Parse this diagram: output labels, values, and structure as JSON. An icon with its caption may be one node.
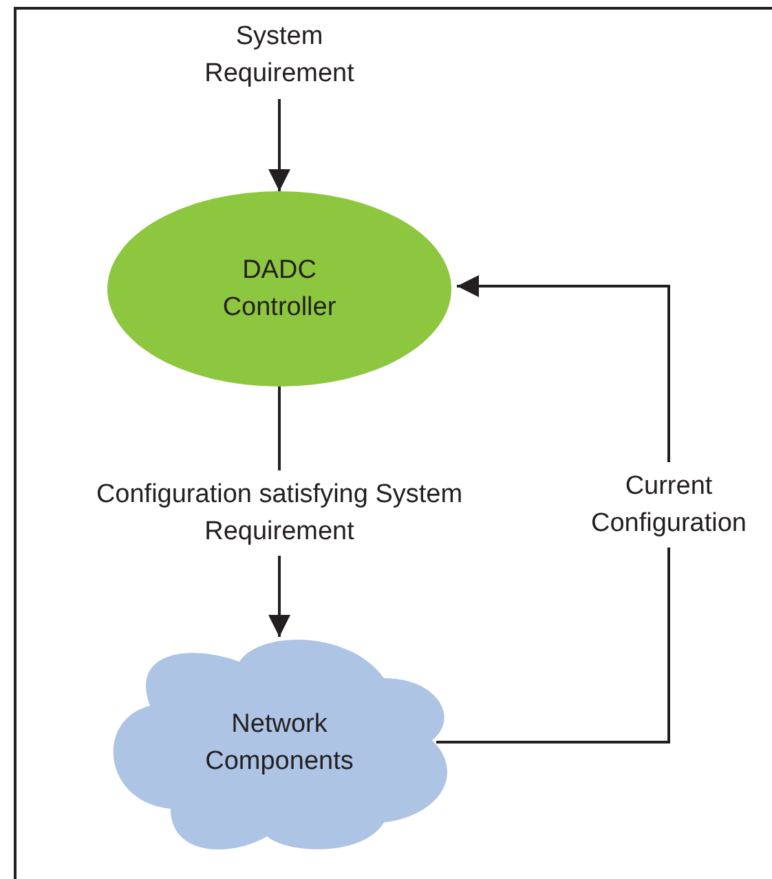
{
  "diagram": {
    "nodes": [
      {
        "text": [
          "System Requirement"
        ]
      },
      {
        "text": [
          "DADC Controller"
        ]
      },
      {
        "text": [
          "Network Components"
        ]
      }
    ],
    "edges": [
      {
        "from": 0,
        "to": 1,
        "arrow": "to"
      },
      {
        "from": 1,
        "to": 2,
        "arrow": "to",
        "label": "Configuration satisfying System Requirement"
      },
      {
        "from": 2,
        "to": 1,
        "arrow": "to",
        "label": "Current Configuration"
      }
    ]
  }
}
